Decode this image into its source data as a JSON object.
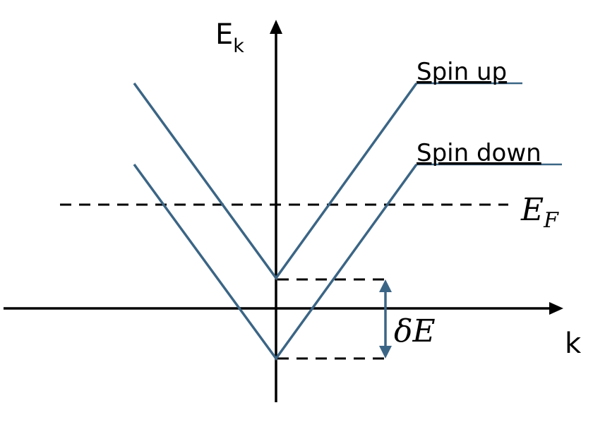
{
  "labels": {
    "y_axis_main": "E",
    "y_axis_sub": "k",
    "x_axis": "k",
    "spin_up": "Spin up",
    "spin_down": "Spin down",
    "fermi_main": "E",
    "fermi_sub": "F",
    "splitting": "δE"
  },
  "colors": {
    "band": "#3b6585",
    "axis": "#000000",
    "dashed": "#000000",
    "arrow": "#3b6585"
  }
}
